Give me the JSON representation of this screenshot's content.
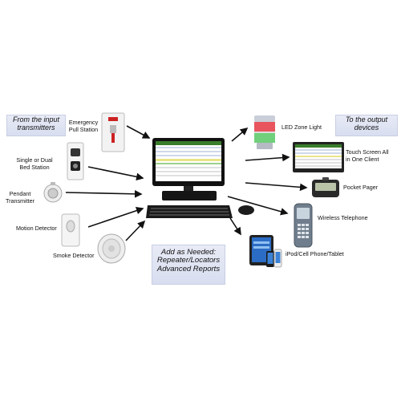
{
  "banners": {
    "input": "From the input transmitters",
    "output": "To the output devices",
    "addons_line1": "Add as Needed:",
    "addons_line2": "Repeater/Locators",
    "addons_line3": "Advanced Reports"
  },
  "inputs": {
    "emergency": "Emergency Pull Station",
    "bed": "Single or Dual Bed Station",
    "pendant": "Pendant Transmitter",
    "motion": "Motion Detector",
    "smoke": "Smoke Detector"
  },
  "outputs": {
    "led": "LED Zone Light",
    "touch": "Touch Screen All in One Client",
    "pager": "Pocket Pager",
    "wireless": "Wireless Telephone",
    "ipod": "iPod/Cell Phone/Tablet"
  },
  "colors": {
    "banner_bg": "#dde2f2",
    "arrow": "#111111",
    "screen_header": "#3a7d2c",
    "led_red": "#e8555f",
    "led_green": "#6fcf7a"
  }
}
